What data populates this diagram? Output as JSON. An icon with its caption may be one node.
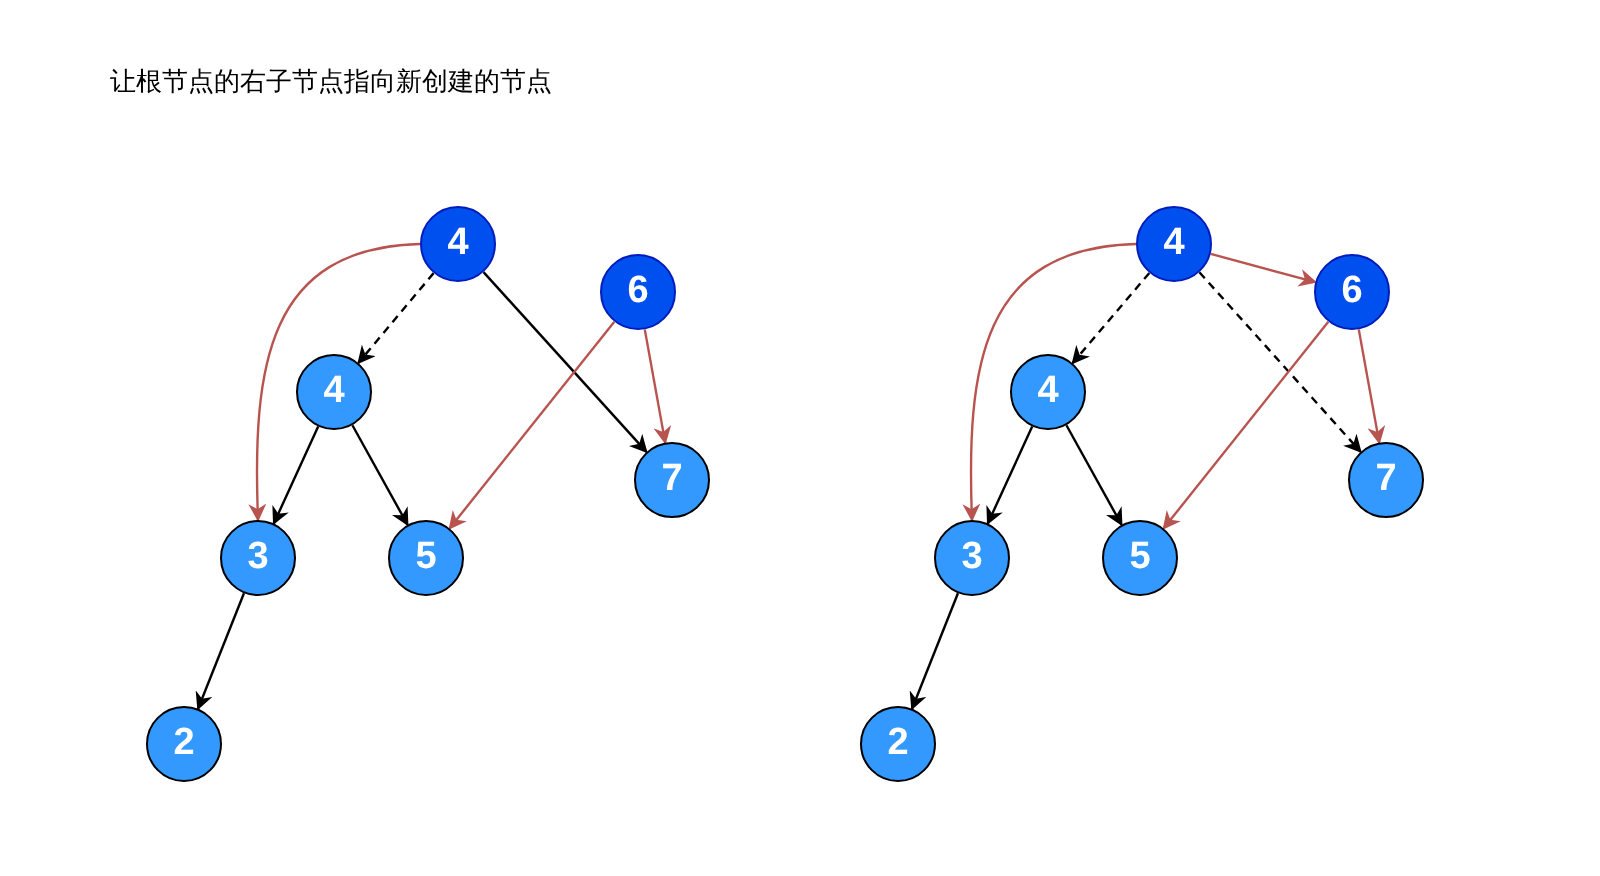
{
  "diagram": {
    "title": "让根节点的右子节点指向新创建的节点",
    "nodes": [
      {
        "text": [
          "4"
        ]
      },
      {
        "text": [
          "6"
        ]
      },
      {
        "text": [
          "4"
        ]
      },
      {
        "text": [
          "7"
        ]
      },
      {
        "text": [
          "3"
        ]
      },
      {
        "text": [
          "5"
        ]
      },
      {
        "text": [
          "2"
        ]
      },
      {
        "text": [
          "4"
        ]
      },
      {
        "text": [
          "6"
        ]
      },
      {
        "text": [
          "4"
        ]
      },
      {
        "text": [
          "7"
        ]
      },
      {
        "text": [
          "3"
        ]
      },
      {
        "text": [
          "5"
        ]
      },
      {
        "text": [
          "2"
        ]
      }
    ],
    "edges": [
      {
        "from": 0,
        "to": 2,
        "arrow": "to",
        "style": "dashed"
      },
      {
        "from": 0,
        "to": 3,
        "arrow": "to"
      },
      {
        "from": 0,
        "to": 4,
        "arrow": "to",
        "color": "#b85450"
      },
      {
        "from": 1,
        "to": 5,
        "arrow": "to",
        "color": "#b85450"
      },
      {
        "from": 1,
        "to": 3,
        "arrow": "to",
        "color": "#b85450"
      },
      {
        "from": 2,
        "to": 4,
        "arrow": "to"
      },
      {
        "from": 2,
        "to": 5,
        "arrow": "to"
      },
      {
        "from": 4,
        "to": 6,
        "arrow": "to"
      },
      {
        "from": 7,
        "to": 9,
        "arrow": "to",
        "style": "dashed"
      },
      {
        "from": 7,
        "to": 10,
        "arrow": "to",
        "style": "dashed"
      },
      {
        "from": 7,
        "to": 11,
        "arrow": "to",
        "color": "#b85450"
      },
      {
        "from": 7,
        "to": 8,
        "arrow": "to",
        "color": "#b85450"
      },
      {
        "from": 8,
        "to": 12,
        "arrow": "to",
        "color": "#b85450"
      },
      {
        "from": 8,
        "to": 10,
        "arrow": "to",
        "color": "#b85450"
      },
      {
        "from": 9,
        "to": 11,
        "arrow": "to"
      },
      {
        "from": 9,
        "to": 12,
        "arrow": "to"
      },
      {
        "from": 11,
        "to": 13,
        "arrow": "to"
      }
    ]
  }
}
